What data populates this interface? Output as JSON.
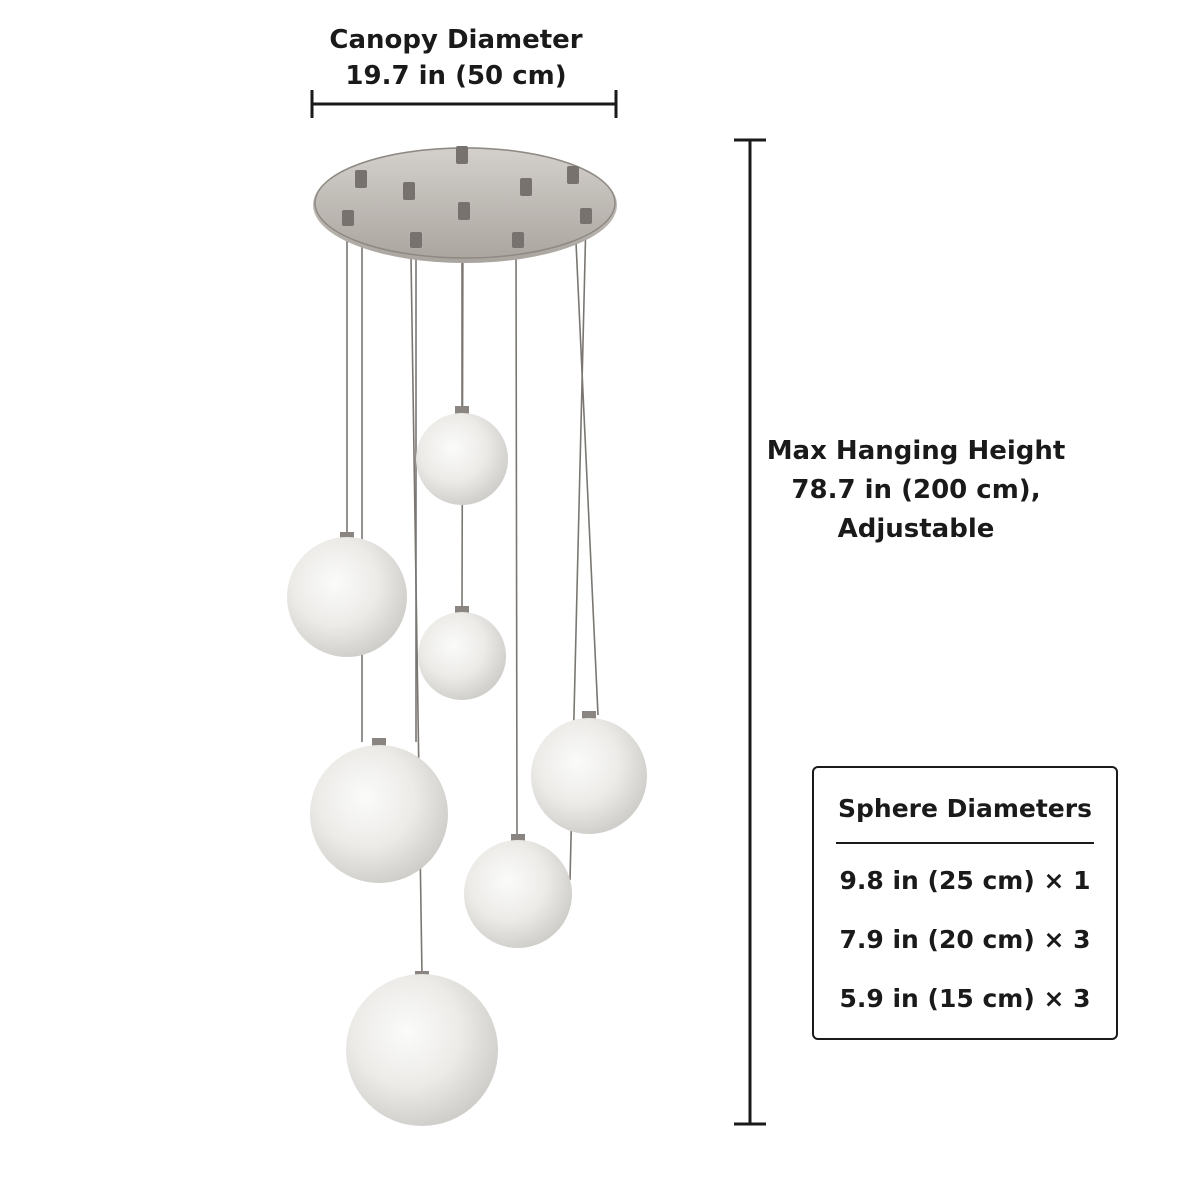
{
  "canopy": {
    "title": "Canopy Diameter",
    "value": "19.7 in (50 cm)"
  },
  "hanging_height": {
    "title": "Max Hanging Height",
    "value": "78.7 in (200 cm),",
    "note": "Adjustable"
  },
  "spheres": {
    "title": "Sphere Diameters",
    "rows": [
      "9.8 in (25 cm) × 1",
      "7.9 in (20 cm) × 3",
      "5.9 in (15 cm) × 3"
    ]
  },
  "colors": {
    "text": "#1a1a1a",
    "canopy_metal": "#bdb8b2",
    "globe": "#efefed"
  }
}
